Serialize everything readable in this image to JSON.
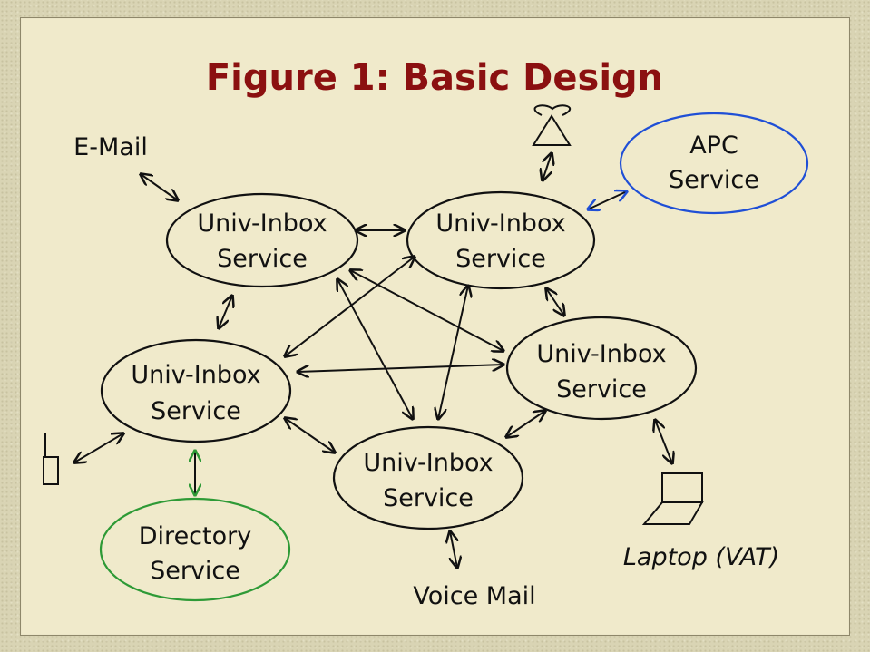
{
  "title": "Figure 1: Basic Design",
  "nodes": {
    "inbox_top_left": {
      "line1": "Univ-Inbox",
      "line2": "Service"
    },
    "inbox_top_right": {
      "line1": "Univ-Inbox",
      "line2": "Service"
    },
    "inbox_mid_left": {
      "line1": "Univ-Inbox",
      "line2": "Service"
    },
    "inbox_mid_right": {
      "line1": "Univ-Inbox",
      "line2": "Service"
    },
    "inbox_bottom": {
      "line1": "Univ-Inbox",
      "line2": "Service"
    },
    "apc": {
      "line1": "APC",
      "line2": "Service",
      "color": "#1f4fd6"
    },
    "directory": {
      "line1": "Directory",
      "line2": "Service",
      "color": "#2e9a36"
    }
  },
  "endpoints": {
    "email": "E-Mail",
    "voice_mail": "Voice Mail",
    "laptop": "Laptop (VAT)"
  },
  "icons": [
    "antenna-icon",
    "cell-phone-icon",
    "laptop-icon"
  ],
  "colors": {
    "title": "#8b1010",
    "apc": "#1f4fd6",
    "directory": "#2e9a36",
    "background": "#f0eacb"
  }
}
